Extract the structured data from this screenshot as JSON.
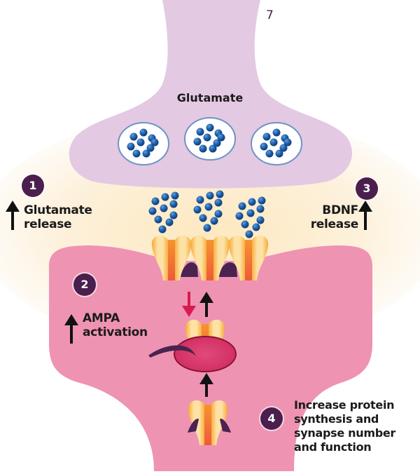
{
  "figure": {
    "number": "7",
    "neurotransmitter_label": "Glutamate",
    "colors": {
      "presynaptic": "#e3c9e2",
      "cleft_glow": "#fdecc8",
      "postsynaptic": "#ef93b3",
      "badge": "#4a1f4d",
      "vesicle_ball": "#1f5fa8",
      "receptor_outer": "#f9b843",
      "receptor_core": "#f0763a",
      "scaffold": "#4a2350",
      "arrow_black": "#111111",
      "arrow_red": "#d81b4f"
    },
    "steps": [
      {
        "number": "1",
        "arrow": "up",
        "text_line1": "Glutamate",
        "text_line2": "release"
      },
      {
        "number": "2",
        "arrow": "up",
        "text_line1": "AMPA",
        "text_line2": "activation"
      },
      {
        "number": "3",
        "arrow": "up",
        "text_line1": "BDNF",
        "text_line2": "release"
      },
      {
        "number": "4",
        "arrow": "none",
        "text_line1": "Increase protein",
        "text_line2": "synthesis and",
        "text_line3": "synapse number",
        "text_line4": "and function"
      }
    ],
    "vesicle_count": 3,
    "released_clusters": 3,
    "membrane_receptor_count": 3
  }
}
